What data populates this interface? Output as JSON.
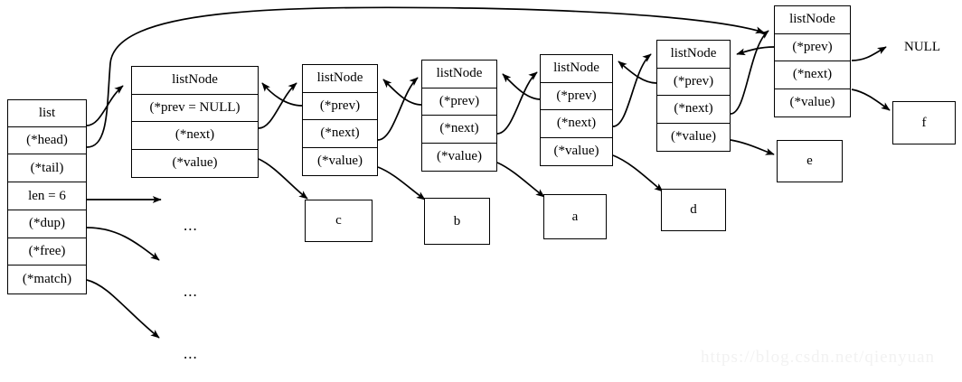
{
  "diagram": {
    "title": "listNode doubly linked list",
    "stroke_color": "#000000",
    "background_color": "#ffffff",
    "watermark": "https://blog.csdn.net/qienyuan"
  },
  "list_struct": {
    "name": "list",
    "fields": [
      {
        "label": "list"
      },
      {
        "label": "(*head)"
      },
      {
        "label": "(*tail)"
      },
      {
        "label": "len = 6"
      },
      {
        "label": "(*dup)"
      },
      {
        "label": "(*free)"
      },
      {
        "label": "(*match)"
      }
    ]
  },
  "nodes": [
    {
      "id": "node1",
      "title": "listNode",
      "prev": "(*prev = NULL)",
      "next": "(*next)",
      "value": "(*value)"
    },
    {
      "id": "node2",
      "title": "listNode",
      "prev": "(*prev)",
      "next": "(*next)",
      "value": "(*value)"
    },
    {
      "id": "node3",
      "title": "listNode",
      "prev": "(*prev)",
      "next": "(*next)",
      "value": "(*value)"
    },
    {
      "id": "node4",
      "title": "listNode",
      "prev": "(*prev)",
      "next": "(*next)",
      "value": "(*value)"
    },
    {
      "id": "node5",
      "title": "listNode",
      "prev": "(*prev)",
      "next": "(*next)",
      "value": "(*value)"
    },
    {
      "id": "node6",
      "title": "listNode",
      "prev": "(*prev)",
      "next": "(*next)",
      "value": "(*value)"
    }
  ],
  "value_boxes": [
    {
      "id": "val-c",
      "label": "c"
    },
    {
      "id": "val-b",
      "label": "b"
    },
    {
      "id": "val-a",
      "label": "a"
    },
    {
      "id": "val-d",
      "label": "d"
    },
    {
      "id": "val-e",
      "label": "e"
    },
    {
      "id": "val-f",
      "label": "f"
    }
  ],
  "null_labels": [
    {
      "id": "null-tail-next",
      "label": "NULL"
    }
  ],
  "ellipses": [
    {
      "id": "ellipsis-dup",
      "label": "..."
    },
    {
      "id": "ellipsis-free",
      "label": "..."
    },
    {
      "id": "ellipsis-match",
      "label": "..."
    }
  ]
}
